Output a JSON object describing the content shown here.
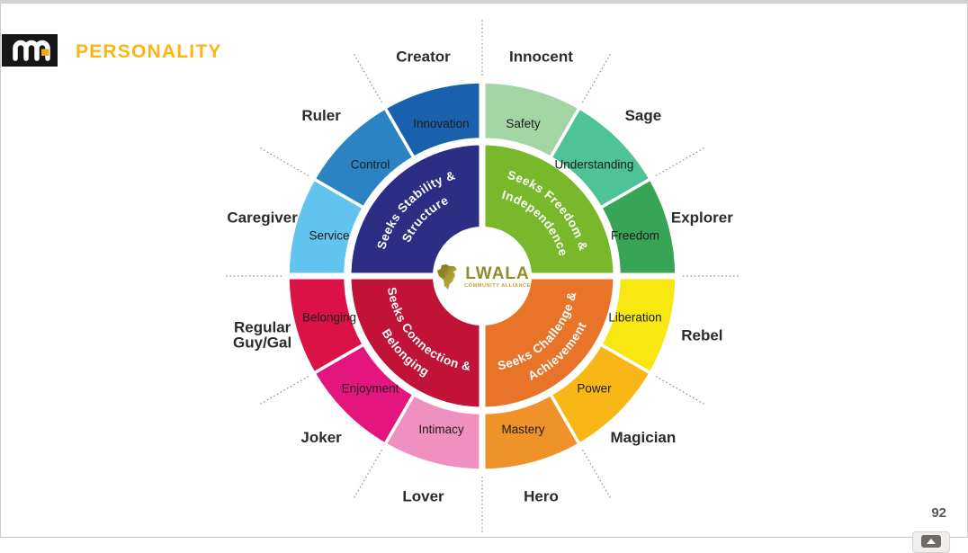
{
  "header": {
    "title": "PERSONALITY"
  },
  "page_number": "92",
  "center_logo": {
    "name": "LWALA",
    "subtitle": "COMMUNITY ALLIANCE"
  },
  "colors": {
    "title_accent": "#fdb515",
    "brand_box": "#161616",
    "brand_accent": "#f0a81c",
    "divider_dotted": "#909090",
    "attribute_label": "#1b1b1b",
    "archetype_label": "#2b2b2b",
    "arc_text": "#ffffff"
  },
  "wheel": {
    "quadrants": [
      {
        "id": "stability",
        "label_line1": "Seeks Stability &",
        "label_line2": "Structure",
        "color": "#2b2e83",
        "start": 270,
        "end": 360,
        "side": "top",
        "archetypes": [
          {
            "archetype": "Caregiver",
            "attribute": "Service",
            "color": "#62c4ee"
          },
          {
            "archetype": "Ruler",
            "attribute": "Control",
            "color": "#2b83c4"
          },
          {
            "archetype": "Creator",
            "attribute": "Innovation",
            "color": "#1961ac"
          }
        ]
      },
      {
        "id": "freedom",
        "label_line1": "Seeks Freedom &",
        "label_line2": "Independence",
        "color": "#79b82a",
        "start": 0,
        "end": 90,
        "side": "top",
        "archetypes": [
          {
            "archetype": "Innocent",
            "attribute": "Safety",
            "color": "#a3d6a4"
          },
          {
            "archetype": "Sage",
            "attribute": "Understanding",
            "color": "#4ec397"
          },
          {
            "archetype": "Explorer",
            "attribute": "Freedom",
            "color": "#37a456"
          }
        ]
      },
      {
        "id": "challenge",
        "label_line1": "Seeks Challenge &",
        "label_line2": "Achievement",
        "color": "#e87429",
        "start": 90,
        "end": 180,
        "side": "bottom",
        "archetypes": [
          {
            "archetype": "Rebel",
            "attribute": "Liberation",
            "color": "#f8e711"
          },
          {
            "archetype": "Magician",
            "attribute": "Power",
            "color": "#f9b617"
          },
          {
            "archetype": "Hero",
            "attribute": "Mastery",
            "color": "#f0922a"
          }
        ]
      },
      {
        "id": "connection",
        "label_line1": "Seeks Connection &",
        "label_line2": "Belonging",
        "color": "#c11238",
        "start": 180,
        "end": 270,
        "side": "bottom",
        "archetypes": [
          {
            "archetype": "Lover",
            "attribute": "Intimacy",
            "color": "#ef90c0"
          },
          {
            "archetype": "Joker",
            "attribute": "Enjoyment",
            "color": "#e5157e"
          },
          {
            "archetype": "Regular\nGuy/Gal",
            "attribute": "Belonging",
            "color": "#da1245"
          }
        ]
      }
    ]
  }
}
